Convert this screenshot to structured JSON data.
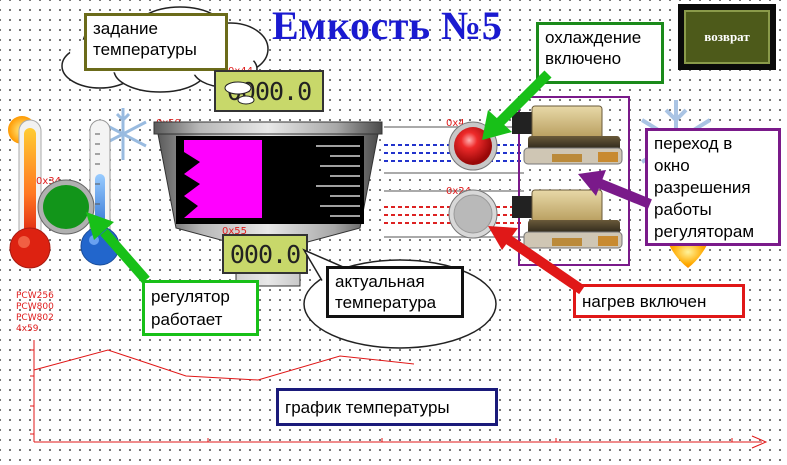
{
  "header": {
    "title": "Емкость №5"
  },
  "toolbar": {
    "back_label": "возврат"
  },
  "setpoint": {
    "value": "0000.0"
  },
  "actual": {
    "value": "000.0"
  },
  "tags": {
    "tank": "0x59",
    "setpoint_tag": "0x44",
    "actual_tag": "0x55",
    "regulator": "0x34",
    "cooling": "0x4",
    "heating": "0x24"
  },
  "graph": {
    "device_labels": [
      "PCW256",
      "PCW800",
      "PCW802",
      "4x59"
    ]
  },
  "callouts": {
    "setpoint_task": "задание\nтемпературы",
    "cooling_on": "охлаждение\nвключено",
    "regulator_permission": "переход в\nокно\nразрешения\nработы\nрегуляторам",
    "regulator_works": "регулятор\nработает",
    "actual_temp": "актуальная\nтемпература",
    "heating_on": "нагрев включен",
    "temp_graph": "график температуры"
  },
  "colors": {
    "title": "#1a1ad0",
    "regulator_lamp": "#12951a",
    "cooling_lamp": "#e01818",
    "heating_lamp": "#b9b9b9",
    "level_fill": "#ff00ff",
    "arrow_green": "#18c018",
    "arrow_red": "#e01818",
    "arrow_purple": "#7a1a8a"
  },
  "icons": [
    "thermometer-hot-icon",
    "thermometer-cold-icon",
    "snowflake-icon",
    "flame-icon",
    "valve-icon"
  ]
}
